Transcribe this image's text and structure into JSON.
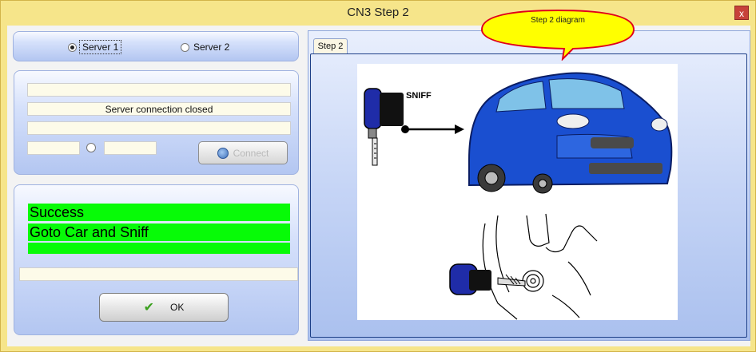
{
  "window": {
    "title": "CN3 Step 2",
    "close_glyph": "x"
  },
  "server_select": {
    "options": [
      {
        "label": "Server 1",
        "selected": true
      },
      {
        "label": "Server 2",
        "selected": false
      }
    ]
  },
  "connection": {
    "line1": "",
    "status": "Server connection closed",
    "line3": "",
    "host": "",
    "port": "",
    "connect_label": "Connect"
  },
  "messages": {
    "lines": [
      "Success",
      "Goto Car and Sniff",
      ""
    ],
    "highlight_color": "#07fb07"
  },
  "progress_field": "",
  "ok_label": "OK",
  "tabs": [
    {
      "label": "Step 2",
      "active": true
    }
  ],
  "diagram": {
    "sniff_label": "SNIFF",
    "car_color": "#1a4fd0"
  },
  "callout": {
    "text": "Step 2 diagram",
    "fill": "#ffff00",
    "border": "#e0001b"
  }
}
